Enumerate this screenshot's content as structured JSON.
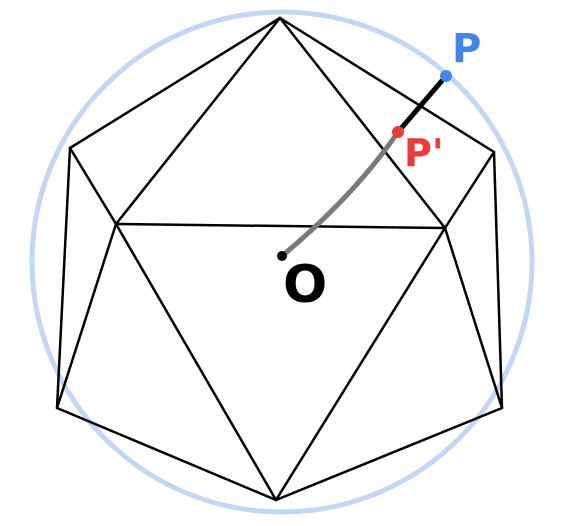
{
  "labels": {
    "center": "O",
    "point": "P",
    "projected_point": "P'"
  },
  "colors": {
    "sphere": "#c3d6f5",
    "edges": "#000000",
    "center_segment": "#7a7a7a",
    "outer_segment": "#000000",
    "point": "#3f86f0",
    "projected_point": "#f03a3a",
    "center": "#000000"
  }
}
